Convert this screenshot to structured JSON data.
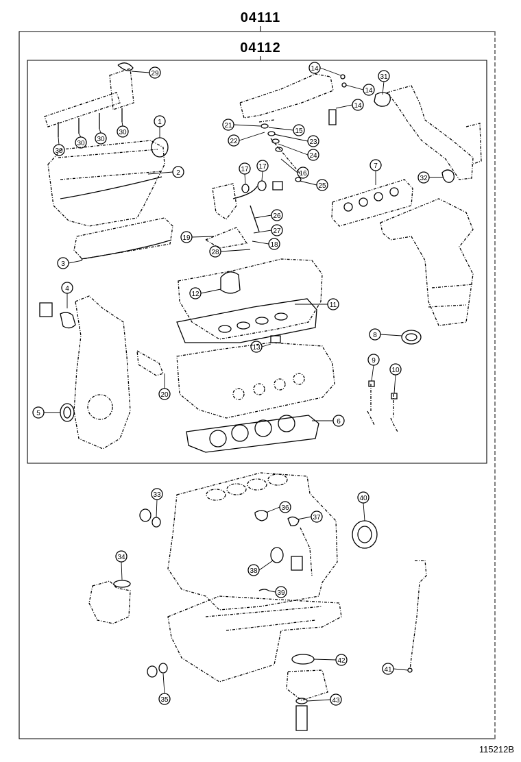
{
  "assembly_code": "04111",
  "subassembly_code": "04112",
  "drawing_number": "115212B",
  "callouts": [
    "1",
    "2",
    "3",
    "4",
    "5",
    "6",
    "7",
    "8",
    "9",
    "10",
    "11",
    "12",
    "13",
    "14",
    "14",
    "14",
    "15",
    "16",
    "17",
    "17",
    "18",
    "19",
    "20",
    "21",
    "22",
    "23",
    "24",
    "25",
    "26",
    "27",
    "28",
    "29",
    "30",
    "30",
    "30",
    "30",
    "31",
    "32",
    "33",
    "34",
    "35",
    "36",
    "37",
    "38",
    "39",
    "40",
    "41",
    "42",
    "43"
  ]
}
